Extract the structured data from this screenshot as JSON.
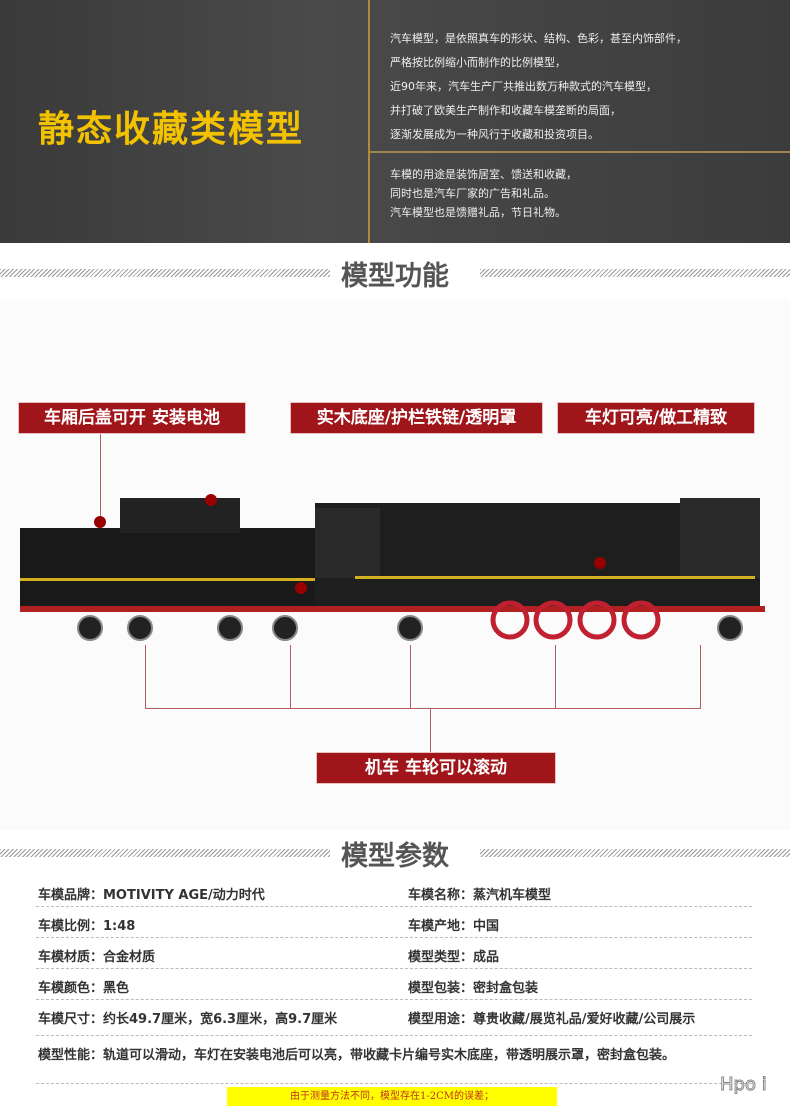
{
  "header": {
    "title": "静态收藏类模型",
    "intro": [
      "汽车模型，是依照真车的形状、结构、色彩，甚至内饰部件，",
      "严格按比例缩小而制作的比例模型，",
      "近90年来，汽车生产厂共推出数万种款式的汽车模型，",
      "并打破了欧美生产制作和收藏车模垄断的局面，",
      "逐渐发展成为一种风行于收藏和投资项目。"
    ],
    "usage": [
      "车模的用途是装饰居室、馈送和收藏，",
      "同时也是汽车厂家的广告和礼品。",
      "汽车模型也是馈赠礼品，节日礼物。"
    ]
  },
  "features": {
    "title": "模型功能",
    "labels": [
      "车厢后盖可开 安装电池",
      "实木底座/护栏铁链/透明罩",
      "车灯可亮/做工精致",
      "机车 车轮可以滚动"
    ],
    "colors": {
      "label_bg": "#a0151a",
      "accent": "#f2c200"
    }
  },
  "specs": {
    "title": "模型参数",
    "rows": [
      {
        "left": "车模品牌：MOTIVITY AGE/动力时代",
        "right": "车模名称：蒸汽机车模型"
      },
      {
        "left": "车模比例：1:48",
        "right": "车模产地：中国"
      },
      {
        "left": "车模材质：合金材质",
        "right": "模型类型：成品"
      },
      {
        "left": "车模颜色：黑色",
        "right": "模型包装：密封盒包装"
      },
      {
        "left": "车模尺寸：约长49.7厘米，宽6.3厘米，高9.7厘米",
        "right": "模型用途：尊贵收藏/展览礼品/爱好收藏/公司展示"
      }
    ],
    "performance": "模型性能：轨道可以滑动，车灯在安装电池后可以亮，带收藏卡片编号实木底座，带透明展示罩，密封盒包装。",
    "note": "由于测量方法不同，模型存在1-2CM的误差；"
  },
  "watermark": "Hpo i"
}
